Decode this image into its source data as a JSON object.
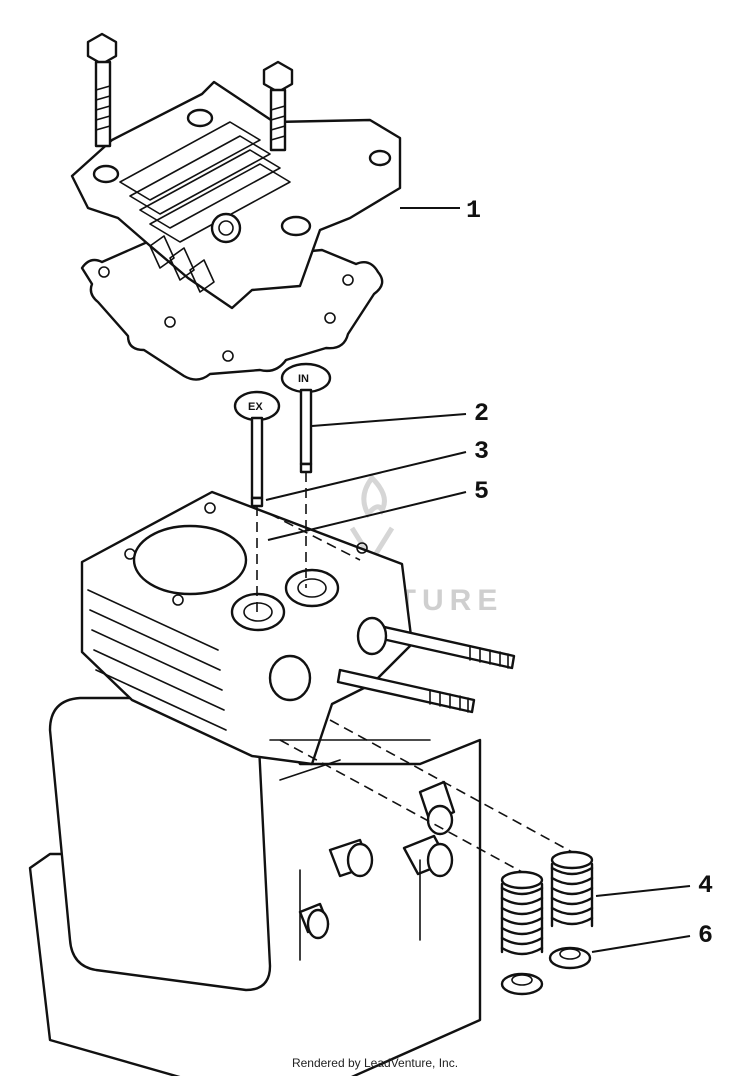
{
  "callouts": [
    {
      "number": "1",
      "part": "cylinder-head"
    },
    {
      "number": "2",
      "part": "valve"
    },
    {
      "number": "3",
      "part": "valve-keeper"
    },
    {
      "number": "5",
      "part": "valve-guide"
    },
    {
      "number": "4",
      "part": "valve-spring"
    },
    {
      "number": "6",
      "part": "spring-retainer"
    }
  ],
  "valve_marks": {
    "exhaust": "EX",
    "intake": "IN"
  },
  "watermark": {
    "text": "VENTURE"
  },
  "footer": {
    "text": "Rendered by LeadVenture, Inc."
  },
  "colors": {
    "line": "#111111",
    "background": "#ffffff",
    "watermark": "#cfcfcf"
  }
}
